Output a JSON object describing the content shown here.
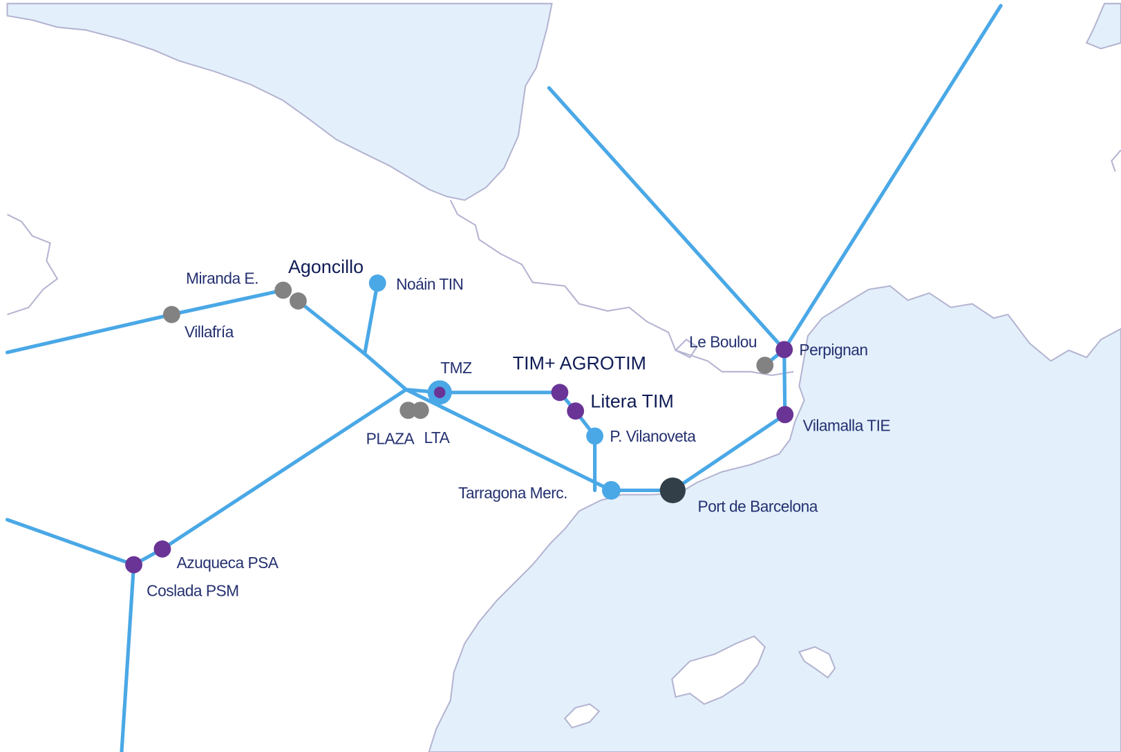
{
  "colors": {
    "route": "#4aa8e6",
    "terminal_purple": "#6a3496",
    "terminal_gray": "#828282",
    "terminal_blue": "#4aa8e6",
    "port": "#333f48",
    "sea": "#e3f0fb",
    "label": "#243070"
  },
  "labels": {
    "miranda": "Miranda E.",
    "agoncillo": "Agoncillo",
    "noain": "Noáin TIN",
    "villafria": "Villafría",
    "tmz": "TMZ",
    "tim_agrotim": "TIM+ AGROTIM",
    "litera": "Litera TIM",
    "plaza": "PLAZA",
    "lta": "LTA",
    "vilanoveta": "P. Vilanoveta",
    "tarragona": "Tarragona Merc.",
    "barcelona": "Port de Barcelona",
    "le_boulou": "Le Boulou",
    "perpignan": "Perpignan",
    "vilamalla": "Vilamalla TIE",
    "azuqueca": "Azuqueca PSA",
    "coslada": "Coslada PSM"
  }
}
